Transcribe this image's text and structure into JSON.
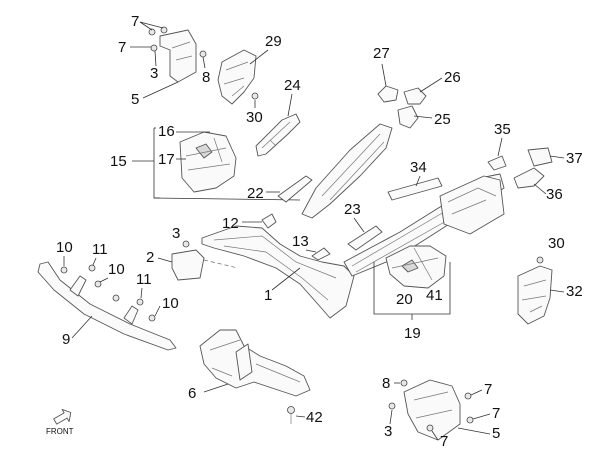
{
  "diagram": {
    "callouts": {
      "c1": "1",
      "c2": "2",
      "c3a": "3",
      "c3b": "3",
      "c3c": "3",
      "c5a": "5",
      "c5b": "5",
      "c6": "6",
      "c7a": "7",
      "c7b": "7",
      "c7c": "7",
      "c7d": "7",
      "c7e": "7",
      "c8a": "8",
      "c8b": "8",
      "c9": "9",
      "c10a": "10",
      "c10b": "10",
      "c10c": "10",
      "c11a": "11",
      "c11b": "11",
      "c12": "12",
      "c13": "13",
      "c15": "15",
      "c16": "16",
      "c17": "17",
      "c19": "19",
      "c20": "20",
      "c22": "22",
      "c23": "23",
      "c24": "24",
      "c25": "25",
      "c26": "26",
      "c27": "27",
      "c29": "29",
      "c30a": "30",
      "c30b": "30",
      "c32": "32",
      "c34": "34",
      "c35": "35",
      "c36": "36",
      "c37": "37",
      "c41": "41",
      "c42": "42"
    },
    "front_label": "FRONT"
  }
}
